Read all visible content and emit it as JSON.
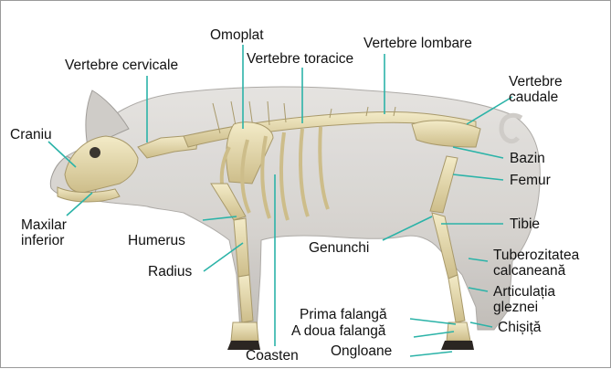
{
  "labels": {
    "craniu": "Craniu",
    "maxilar_1": "Maxilar",
    "maxilar_2": "inferior",
    "vertebre_cervicale": "Vertebre cervicale",
    "omoplat": "Omoplat",
    "vertebre_toracice": "Vertebre toracice",
    "vertebre_lombare": "Vertebre lombare",
    "vertebre_caudale_1": "Vertebre",
    "vertebre_caudale_2": "caudale",
    "bazin": "Bazin",
    "femur": "Femur",
    "tibie": "Tibie",
    "genunchi": "Genunchi",
    "humerus": "Humerus",
    "radius": "Radius",
    "tuberozitatea_1": "Tuberozitatea",
    "tuberozitatea_2": "calcaneană",
    "articulatia_1": "Articulația",
    "articulatia_2": "gleznei",
    "prima_falanga": "Prima falangă",
    "a_doua_falanga": "A doua falangă",
    "chisita": "Chișiță",
    "ongloane": "Ongloane",
    "coasten": "Coasten"
  },
  "colors": {
    "leader_line": "#2bb3a8",
    "body_fill": "#d9d6d2",
    "bone": "#e9dfb6",
    "bone_shadow": "#b9a978"
  }
}
